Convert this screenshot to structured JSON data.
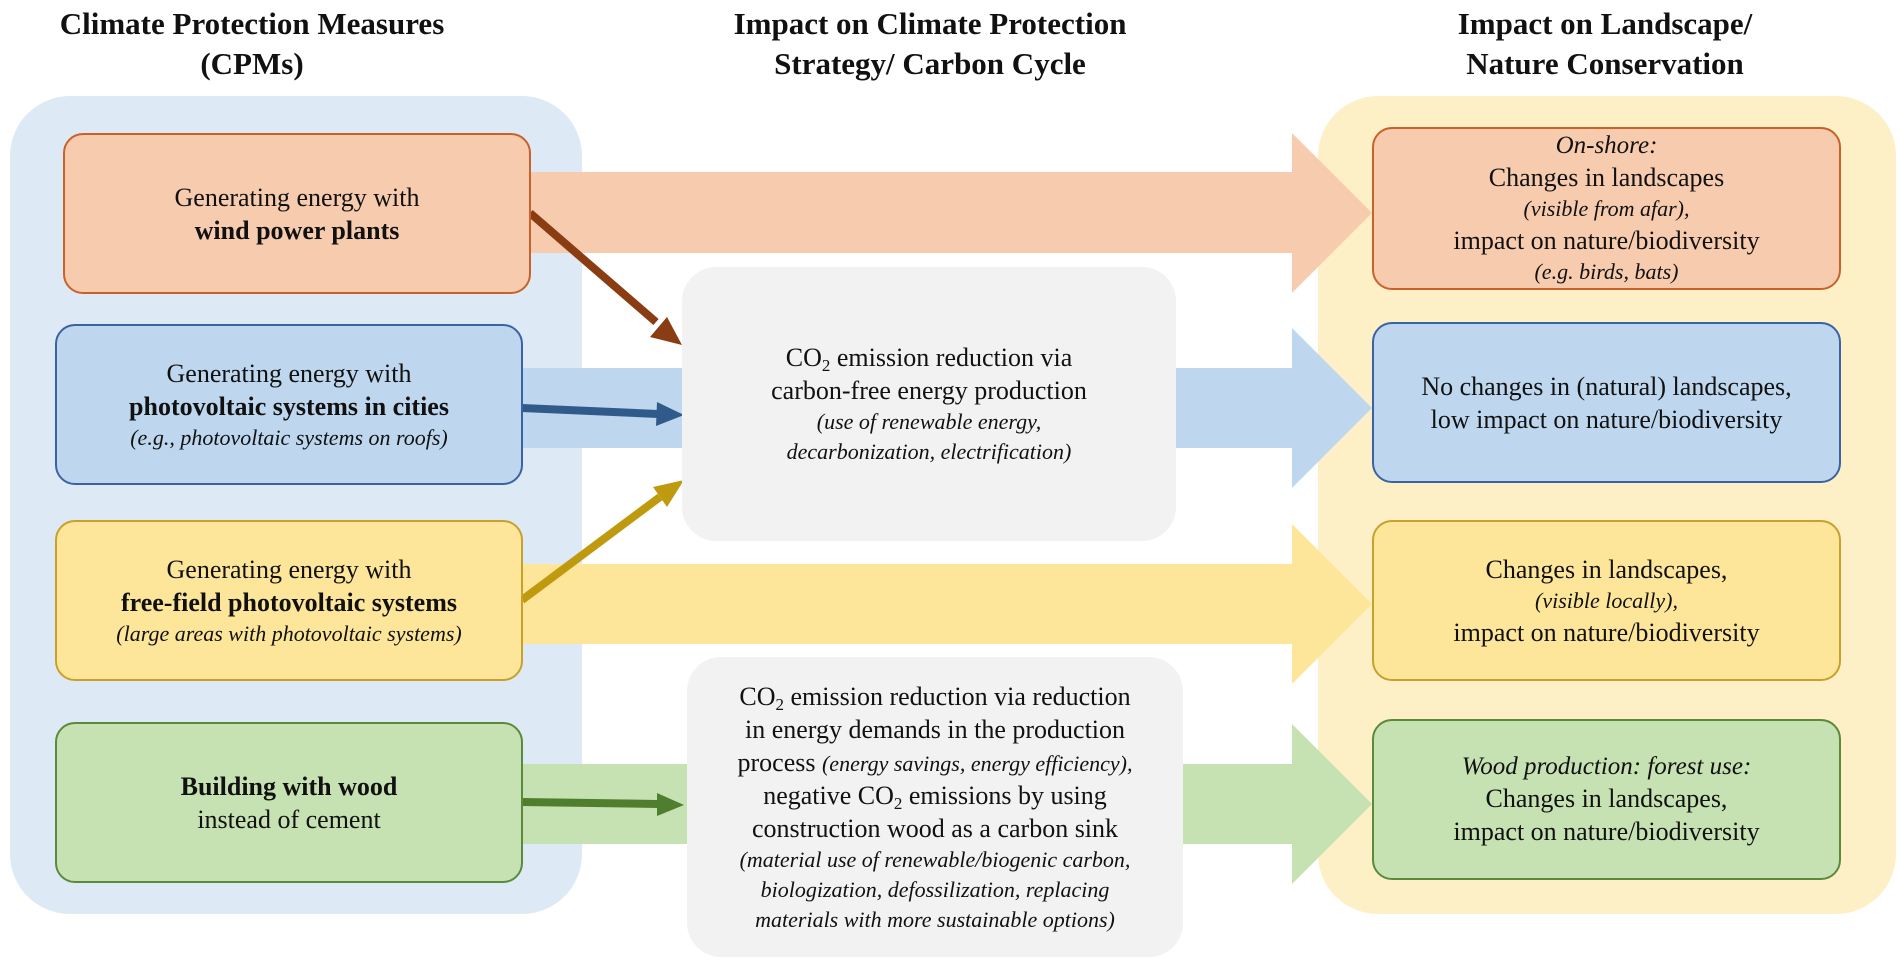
{
  "headers": {
    "left": {
      "line1": "Climate Protection Measures",
      "line2": "(CPMs)"
    },
    "middle": {
      "line1": "Impact on Climate Protection",
      "line2": "Strategy/ Carbon Cycle"
    },
    "right": {
      "line1": "Impact on Landscape/",
      "line2": "Nature Conservation"
    }
  },
  "colors": {
    "left_panel": "#dde9f5",
    "right_panel": "#fdf0c6",
    "orange_band": "#f7cbae",
    "blue_band": "#bed7ee",
    "yellow_band": "#fde59a",
    "green_band": "#c6e1b2",
    "arrow_wind": "#8a3d12",
    "arrow_pv_city": "#2f5a8a",
    "arrow_freefield": "#c09a0e",
    "arrow_wood": "#4f7f2e"
  },
  "cpms": {
    "wind": {
      "line1": "Generating energy with",
      "line2_bold": "wind power plants"
    },
    "pv_city": {
      "line1": "Generating  energy with",
      "line2_bold": "photovoltaic systems in cities",
      "note": "(e.g., photovoltaic systems on roofs)"
    },
    "freefield": {
      "line1": "Generating energy with",
      "line2_bold": "free-field photovoltaic systems",
      "note": "(large areas with photovoltaic systems)"
    },
    "wood": {
      "line1_bold": "Building with wood",
      "line2": "instead of cement"
    }
  },
  "middle": {
    "energy": {
      "co": "CO",
      "sub": "2",
      "line1_rest": " emission reduction via",
      "line2": "carbon-free energy production",
      "note1": "(use of renewable energy,",
      "note2": "decarbonization, electrification)"
    },
    "wood": {
      "co": "CO",
      "sub": "2",
      "line1_rest": " emission reduction via reduction",
      "line2": "in energy demands in the production",
      "line3_plain": "process ",
      "line3_italic": "(energy savings, energy efficiency),",
      "line4_pre": "negative CO",
      "line4_sub": "2",
      "line4_post": " emissions by using",
      "line5": "construction wood as a carbon sink",
      "note1": "(material use of renewable/biogenic carbon,",
      "note2": "biologization, defossilization, replacing",
      "note3": "materials with more sustainable options)"
    }
  },
  "impacts": {
    "wind": {
      "label_italic": "On-shore:",
      "line1": "Changes in landscapes",
      "note1": "(visible from afar),",
      "line2": "impact on nature/biodiversity",
      "note2": "(e.g. birds, bats)"
    },
    "pv_city": {
      "line1": "No changes in (natural) landscapes,",
      "line2": "low impact on nature/biodiversity"
    },
    "freefield": {
      "line1": "Changes in landscapes,",
      "note1": "(visible locally),",
      "line2": "impact on nature/biodiversity"
    },
    "wood": {
      "label_italic": "Wood production: forest use:",
      "line1": "Changes in landscapes,",
      "line2": "impact on nature/biodiversity"
    }
  }
}
